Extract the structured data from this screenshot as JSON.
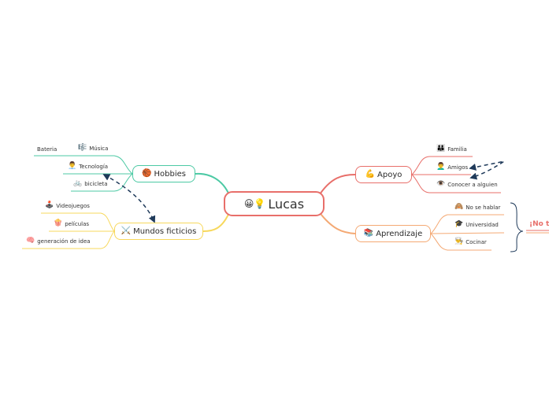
{
  "root": {
    "label": "Lucas",
    "icons": "😀💡"
  },
  "branches": {
    "hobbies": {
      "label": "Hobbies",
      "icon": "🏀",
      "color": "#4cc9a4",
      "items": [
        {
          "label": "Música",
          "icon": "🎼"
        },
        {
          "label": "Bateria",
          "icon": ""
        },
        {
          "label": "Tecnología",
          "icon": "👨‍💼"
        },
        {
          "label": "bicicleta",
          "icon": "🚲"
        }
      ]
    },
    "mundos": {
      "label": "Mundos ficticios",
      "icon": "⚔️",
      "color": "#f7d85c",
      "items": [
        {
          "label": "Videojuegos",
          "icon": "🕹️"
        },
        {
          "label": "películas",
          "icon": "🍿"
        },
        {
          "label": "generación de idea",
          "icon": "🧠"
        }
      ]
    },
    "apoyo": {
      "label": "Apoyo",
      "icon": "💪",
      "color": "#e86f6a",
      "items": [
        {
          "label": "Familia",
          "icon": "👪"
        },
        {
          "label": "Amigos",
          "icon": "👨‍🦱"
        },
        {
          "label": "Conocer a alguien",
          "icon": "👁️"
        }
      ]
    },
    "aprendizaje": {
      "label": "Aprendizaje",
      "icon": "📚",
      "color": "#f4a974",
      "items": [
        {
          "label": "No se hablar",
          "icon": "🙈"
        },
        {
          "label": "Universidad",
          "icon": "🎓"
        },
        {
          "label": "Cocinar",
          "icon": "👨‍🍳"
        }
      ]
    }
  },
  "callout": {
    "label": "¡No te"
  },
  "colors": {
    "relationship": "#1f3a5a"
  }
}
